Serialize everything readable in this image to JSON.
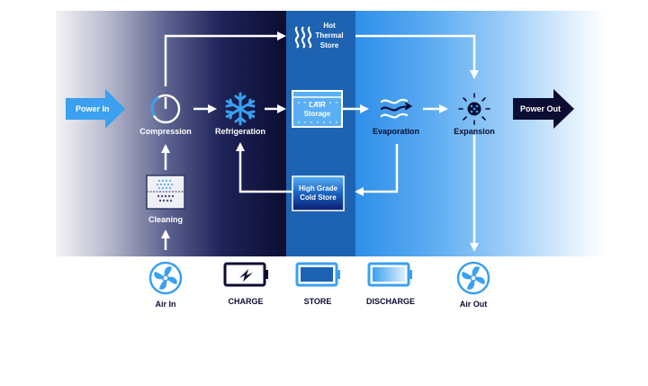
{
  "colors": {
    "power_in": "#3aa0ef",
    "power_out": "#0b0d32",
    "store_band": "#1d63b1",
    "navy": "#0b0d32",
    "accent_blue": "#3aa0ef"
  },
  "flow": {
    "power_in": "Power In",
    "power_out": "Power Out",
    "compression": "Compression",
    "refrigeration": "Refrigeration",
    "hot_thermal_store": [
      "Hot",
      "Thermal",
      "Store"
    ],
    "lair_storage": [
      "LAIR",
      "Storage"
    ],
    "high_grade_cold_store": [
      "High Grade",
      "Cold Store"
    ],
    "evaporation": "Evaporation",
    "expansion": "Expansion",
    "cleaning": "Cleaning"
  },
  "legend": {
    "air_in": "Air In",
    "charge": "CHARGE",
    "store": "STORE",
    "discharge": "DISCHARGE",
    "air_out": "Air Out"
  },
  "icons": [
    "gauge-icon",
    "snowflake-icon",
    "heat-waves-icon",
    "storage-tank-icon",
    "cold-store-box",
    "evaporation-waves-icon",
    "expansion-burst-icon",
    "filter-icon",
    "fan-icon",
    "battery-charge-icon",
    "battery-full-icon",
    "battery-discharge-icon"
  ]
}
